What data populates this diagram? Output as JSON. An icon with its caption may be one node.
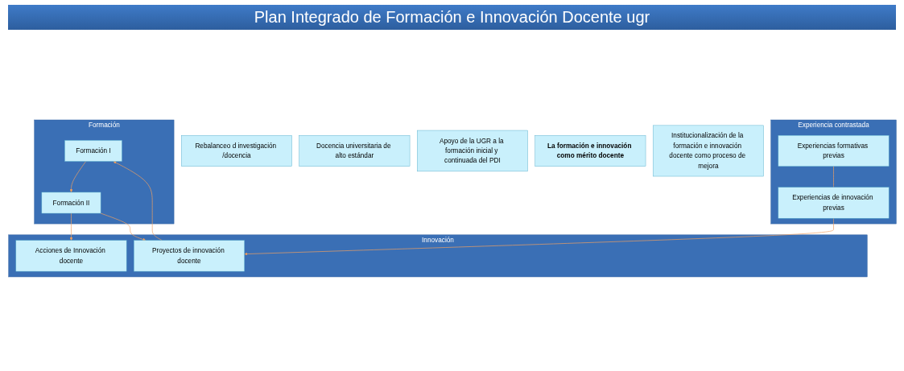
{
  "diagram": {
    "title": "Plan Integrado de Formación e Innovación Docente ugr",
    "nodes": [
      {
        "text": [
          "Formación"
        ]
      },
      {
        "text": [
          "Formación I"
        ],
        "in": 0
      },
      {
        "text": [
          "Formación II"
        ],
        "in": 0
      },
      {
        "text": [
          "Innovación"
        ]
      },
      {
        "text": [
          "Acciones de Innovación docente"
        ],
        "in": 3
      },
      {
        "text": [
          "Proyectos de innovación docente"
        ],
        "in": 3
      },
      {
        "text": [
          "Experiencia contrastada"
        ]
      },
      {
        "text": [
          "Experiencias formativas previas"
        ],
        "in": 6
      },
      {
        "text": [
          "Experiencias de innovación previas"
        ],
        "in": 6
      },
      {
        "text": [
          "Rebalanceo d investigación /docencia"
        ]
      },
      {
        "text": [
          "Docencia universitaria de alto estándar"
        ]
      },
      {
        "text": [
          "Apoyo de la UGR a la formación inicial y continuada del PDI"
        ]
      },
      {
        "text": [
          "La formación e innovación como mérito docente"
        ]
      },
      {
        "text": [
          "Institucionalización de la formación e innovación docente como proceso de mejora"
        ]
      }
    ],
    "edges": [
      {
        "from": 1,
        "to": 2,
        "arrow": "to"
      },
      {
        "from": 2,
        "to": 4,
        "arrow": "to"
      },
      {
        "from": 2,
        "to": 5,
        "arrow": "to"
      },
      {
        "from": 7,
        "to": 8,
        "arrow": "none"
      },
      {
        "from": 8,
        "to": 5,
        "arrow": "to"
      },
      {
        "from": 5,
        "to": 1,
        "arrow": "to"
      }
    ]
  }
}
